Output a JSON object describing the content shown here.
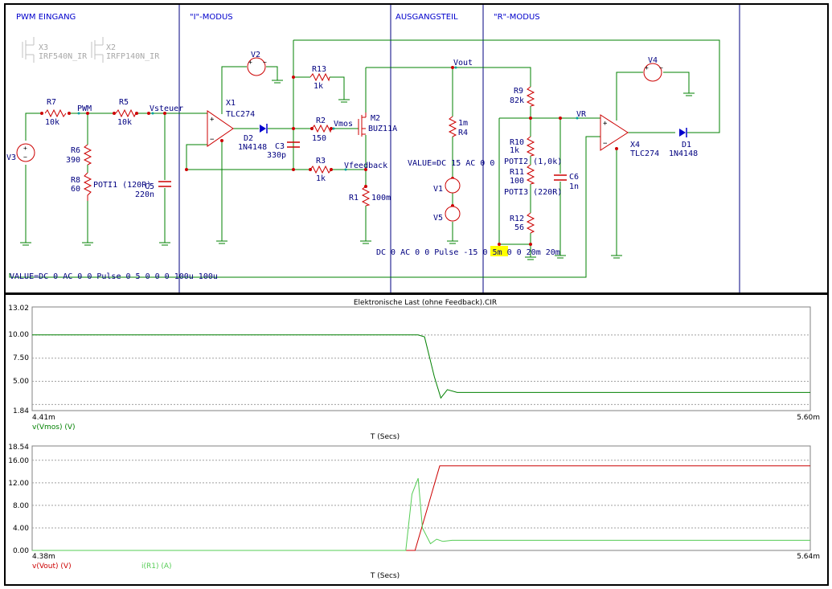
{
  "schematic": {
    "sections": [
      "PWM EINGANG",
      "\"I\"-MODUS",
      "AUSGANGSTEIL",
      "\"R\"-MODUS"
    ],
    "ghost_parts": [
      "X3",
      "IRF540N_IR",
      "X2",
      "IRFP140N_IR"
    ],
    "components": {
      "R7": {
        "name": "R7",
        "value": "10k"
      },
      "R5": {
        "name": "R5",
        "value": "10k"
      },
      "R6": {
        "name": "R6",
        "value": "390"
      },
      "R8": {
        "name": "R8",
        "value": "60"
      },
      "POTI1": {
        "name": "POTI1 (120R)"
      },
      "C5": {
        "name": "C5",
        "value": "220n"
      },
      "V3": {
        "name": "V3"
      },
      "X1": {
        "name": "X1",
        "value": "TLC274"
      },
      "V2": {
        "name": "V2"
      },
      "D2": {
        "name": "D2",
        "value": "1N4148"
      },
      "C3": {
        "name": "C3",
        "value": "330p"
      },
      "R13": {
        "name": "R13",
        "value": "1k"
      },
      "R2": {
        "name": "R2",
        "value": "150"
      },
      "R3": {
        "name": "R3",
        "value": "1k"
      },
      "M2": {
        "name": "M2",
        "value": "BUZ11A"
      },
      "R1": {
        "name": "R1",
        "value": "100m"
      },
      "R4": {
        "name": "R4",
        "value": "1m"
      },
      "V1": {
        "name": "V1"
      },
      "V5": {
        "name": "V5"
      },
      "R9": {
        "name": "R9",
        "value": "82k"
      },
      "R10": {
        "name": "R10",
        "value": "1k"
      },
      "POTI2": {
        "name": "POTI2 (1,0k)"
      },
      "R11": {
        "name": "R11",
        "value": "100"
      },
      "POTI3": {
        "name": "POTI3 (220R)"
      },
      "R12": {
        "name": "R12",
        "value": "56"
      },
      "C6": {
        "name": "C6",
        "value": "1n"
      },
      "V4": {
        "name": "V4"
      },
      "X4": {
        "name": "X4",
        "value": "TLC274"
      },
      "D1": {
        "name": "D1",
        "value": "1N4148"
      }
    },
    "nets": {
      "pwm": "PWM",
      "vsteuer": "Vsteuer",
      "vmos": "Vmos",
      "vfeedback": "Vfeedback",
      "vout": "Vout",
      "vr": "VR"
    },
    "value_texts": {
      "v3": "VALUE=DC 0 AC 0 0 Pulse 0 5 0 0 0 100u 100u",
      "v1": "VALUE=DC 15 AC 0 0",
      "v5_pre": "DC 0 AC 0 0 Pulse -15 0 ",
      "v5_hl": "5m",
      "v5_post": " 0 0 20m 20m"
    },
    "highlight_color": "#ffff00"
  },
  "plot": {
    "title": "Elektronische Last (ohne Feedback).CIR",
    "top": {
      "ytick_labels": [
        "13.02",
        "10.00",
        "7.50",
        "5.00",
        "1.84"
      ],
      "xmin_label": "4.41m",
      "xmax_label": "5.60m",
      "trace_label": "v(Vmos) (V)",
      "xlabel": "T (Secs)"
    },
    "bottom": {
      "ytick_labels": [
        "18.54",
        "16.00",
        "12.00",
        "8.00",
        "4.00",
        "0.00"
      ],
      "xmin_label": "4.38m",
      "xmax_label": "5.64m",
      "trace1_label": "v(Vout) (V)",
      "trace2_label": "i(R1) (A)",
      "xlabel": "T (Secs)"
    }
  },
  "chart_data": [
    {
      "type": "line",
      "title": "",
      "xlabel": "T (Secs)",
      "ylabel": "",
      "xlim": [
        0.00441,
        0.0056
      ],
      "ylim": [
        1.84,
        13.02
      ],
      "series": [
        {
          "name": "v(Vmos) (V)",
          "color": "#008000",
          "x": [
            0.00441,
            0.005,
            0.00501,
            0.005025,
            0.005035,
            0.005045,
            0.00506,
            0.0056
          ],
          "y": [
            10.0,
            10.0,
            9.8,
            5.5,
            3.2,
            4.1,
            3.8,
            3.8
          ]
        }
      ]
    },
    {
      "type": "line",
      "title": "",
      "xlabel": "T (Secs)",
      "ylabel": "",
      "xlim": [
        0.00438,
        0.00564
      ],
      "ylim": [
        0.0,
        18.54
      ],
      "series": [
        {
          "name": "v(Vout) (V)",
          "color": "#cc0000",
          "x": [
            0.00438,
            0.00498,
            0.005,
            0.00502,
            0.00504,
            0.00564
          ],
          "y": [
            0.0,
            0.0,
            0.0,
            7.5,
            15.0,
            15.0
          ]
        },
        {
          "name": "i(R1) (A)",
          "color": "#55cc55",
          "x": [
            0.00438,
            0.004985,
            0.004995,
            0.005005,
            0.005012,
            0.005025,
            0.005035,
            0.005045,
            0.00506,
            0.00564
          ],
          "y": [
            0.0,
            0.0,
            10.0,
            12.8,
            4.0,
            1.2,
            2.0,
            1.6,
            1.8,
            1.8
          ]
        }
      ]
    }
  ]
}
